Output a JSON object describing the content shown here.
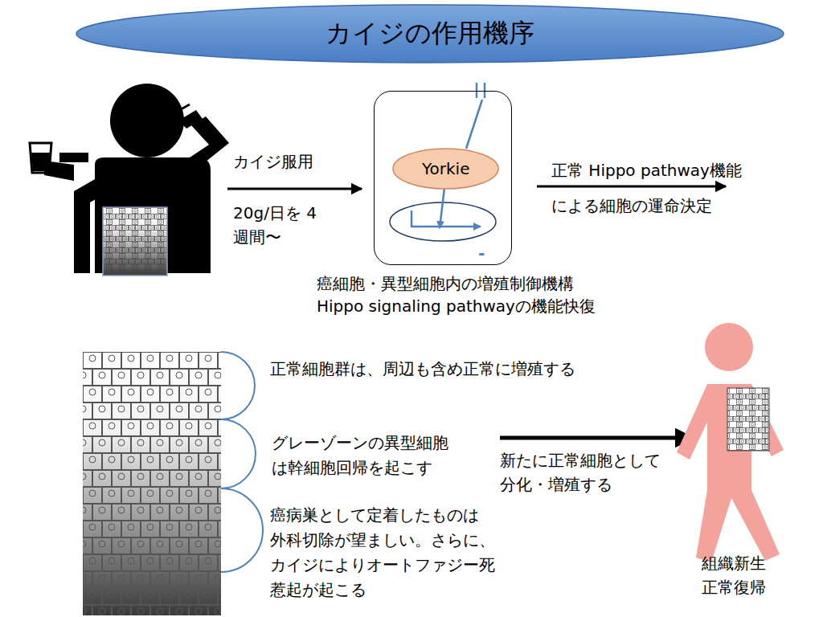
{
  "diagram": {
    "title": "カイジの作用機序",
    "nodes": [
      {
        "text": [
          "癌細胞・異型細胞内の増殖制御機構 Hippo signaling pathwayの機能快復"
        ]
      },
      {
        "text": [
          "Yorkie"
        ],
        "in": 0
      }
    ],
    "labels": [
      "カイジ服用",
      "20g/日を 4週間〜",
      "正常 Hippo pathway機能 による細胞の運命決定",
      "-",
      "正常細胞群は、周辺も含め正常に増殖する",
      "グレーゾーンの異型細胞 は幹細胞回帰を起こす",
      "新たに正常細胞として 分化・増殖する",
      "癌病巣として定着したものは 外科切除が望ましい。さらに、 カイジによりオートファジー死 惹起が起こる",
      "組織新生 正常復帰"
    ]
  }
}
